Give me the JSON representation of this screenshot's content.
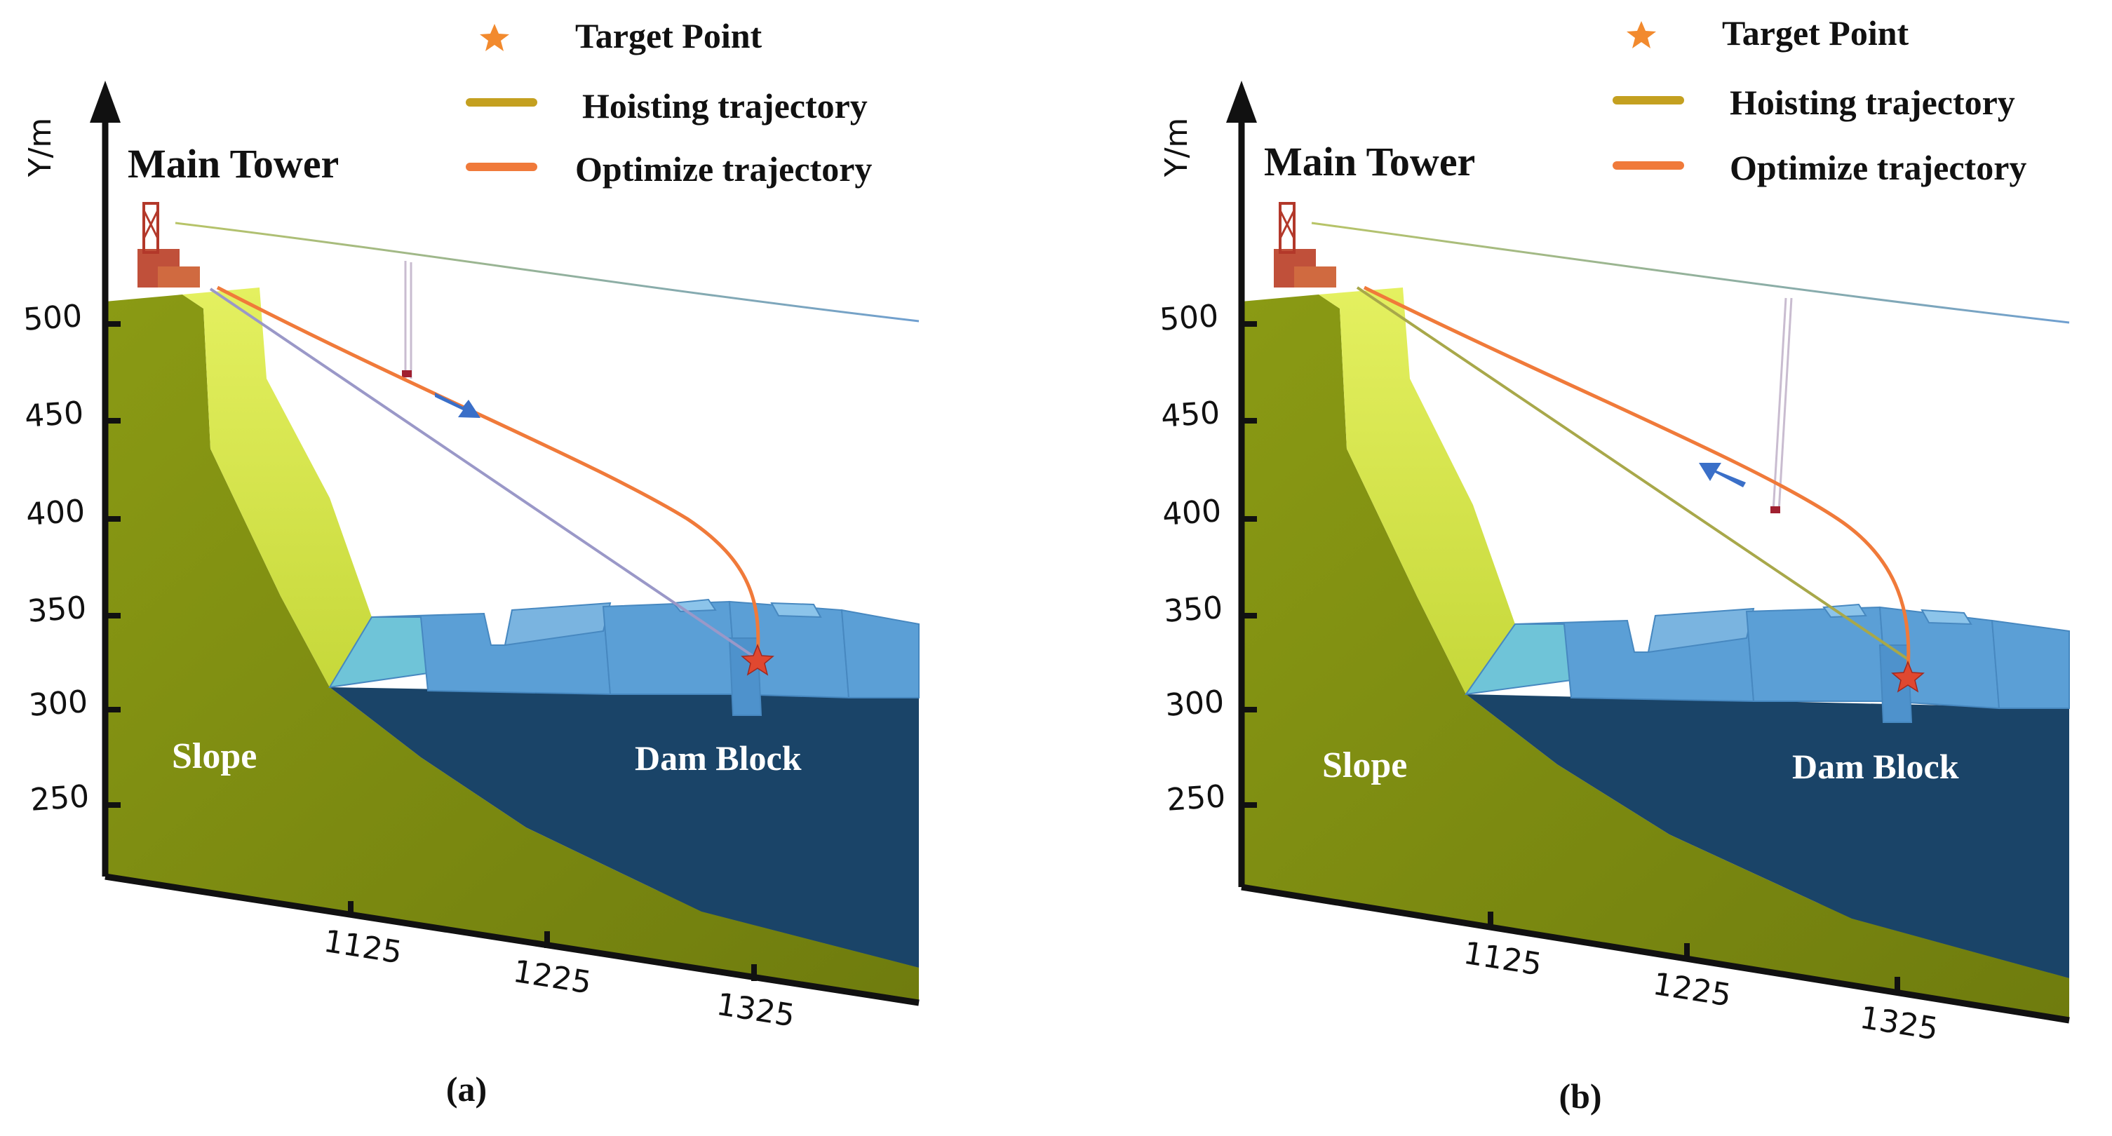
{
  "panels": [
    {
      "id": "a",
      "caption": "(a)",
      "axis_title": "Y/m",
      "tower_label": "Main Tower",
      "slope_label": "Slope",
      "dam_label": "Dam Block",
      "y_ticks": [
        "500",
        "450",
        "400",
        "350",
        "300",
        "250"
      ],
      "x_ticks": [
        "1125",
        "1225",
        "1325"
      ],
      "legend": [
        {
          "icon": "star-icon",
          "label": "Target Point",
          "color": "#f28a2e"
        },
        {
          "icon": "line-icon",
          "label": "Hoisting trajectory",
          "color": "#c4a020"
        },
        {
          "icon": "line-icon",
          "label": "Optimize trajectory",
          "color": "#f07a3a"
        }
      ],
      "motion_direction": "toward target"
    },
    {
      "id": "b",
      "caption": "(b)",
      "axis_title": "Y/m",
      "tower_label": "Main Tower",
      "slope_label": "Slope",
      "dam_label": "Dam Block",
      "y_ticks": [
        "500",
        "450",
        "400",
        "350",
        "300",
        "250"
      ],
      "x_ticks": [
        "1125",
        "1225",
        "1325"
      ],
      "legend": [
        {
          "icon": "star-icon",
          "label": "Target Point",
          "color": "#f28a2e"
        },
        {
          "icon": "line-icon",
          "label": "Hoisting trajectory",
          "color": "#c4a020"
        },
        {
          "icon": "line-icon",
          "label": "Optimize trajectory",
          "color": "#f07a3a"
        }
      ],
      "motion_direction": "toward tower"
    }
  ],
  "colors": {
    "slope_dark": "#7e8c12",
    "slope_light": "#d6e64a",
    "dam_top": "#5b9fd6",
    "dam_face": "#1a4468",
    "hoisting": "#c4a020",
    "optimize": "#f07a3a",
    "arrow": "#3a6fc8",
    "cable": "#7fa8c8"
  }
}
